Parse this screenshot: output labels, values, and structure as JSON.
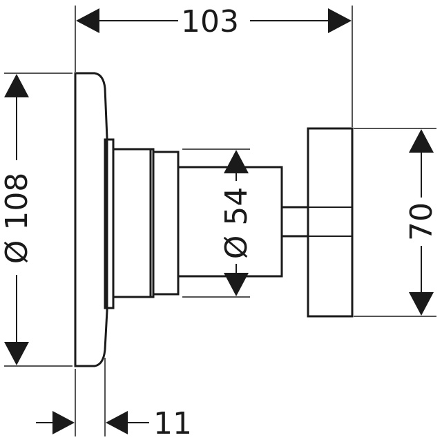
{
  "dimensions": {
    "overall_depth": "103",
    "plate_diameter": "Ø 108",
    "body_diameter": "Ø 54",
    "handle_height": "70",
    "plate_thickness": "11"
  },
  "colors": {
    "line": "#1a1a1a",
    "background": "#ffffff"
  }
}
